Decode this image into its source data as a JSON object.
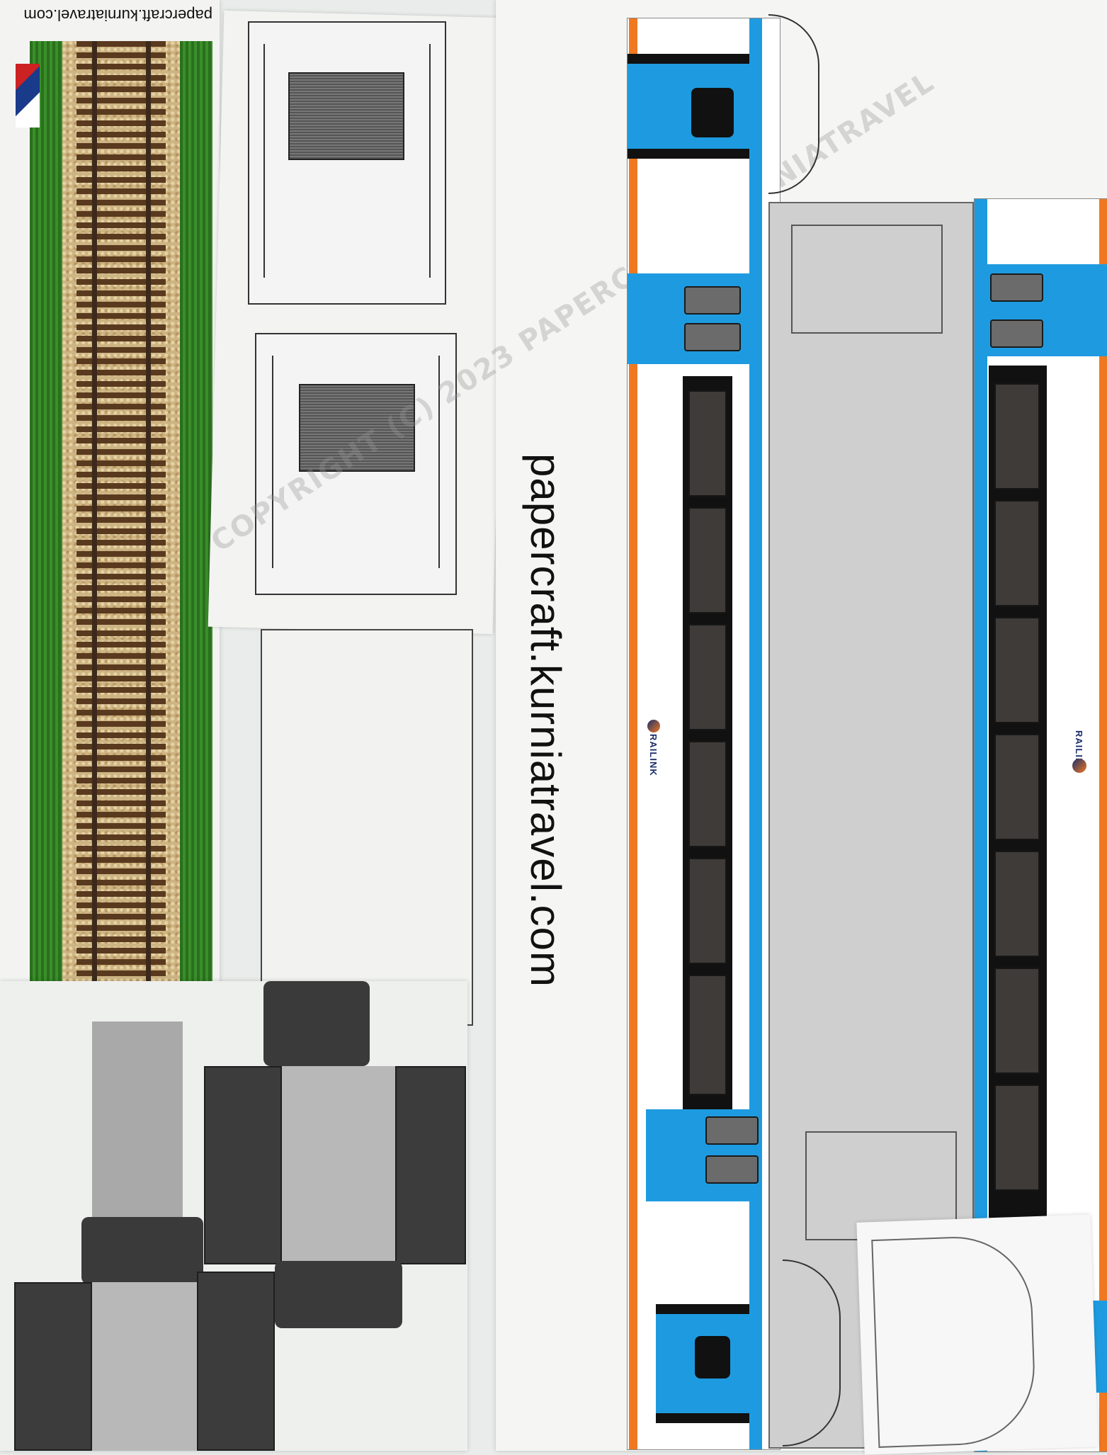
{
  "main_site_text": "papercraft.kurniatravel.com",
  "small_site_text": "papercraft.kurniatravel.com",
  "watermark": "COPYRIGHT (C) 2023 PAPERCRAFT KURNIATRAVEL",
  "train_logo": "RAILINK",
  "colors": {
    "livery_blue": "#1e9be0",
    "livery_orange": "#f07820",
    "grass": "#2d7a22",
    "ballast": "#cdb483"
  }
}
